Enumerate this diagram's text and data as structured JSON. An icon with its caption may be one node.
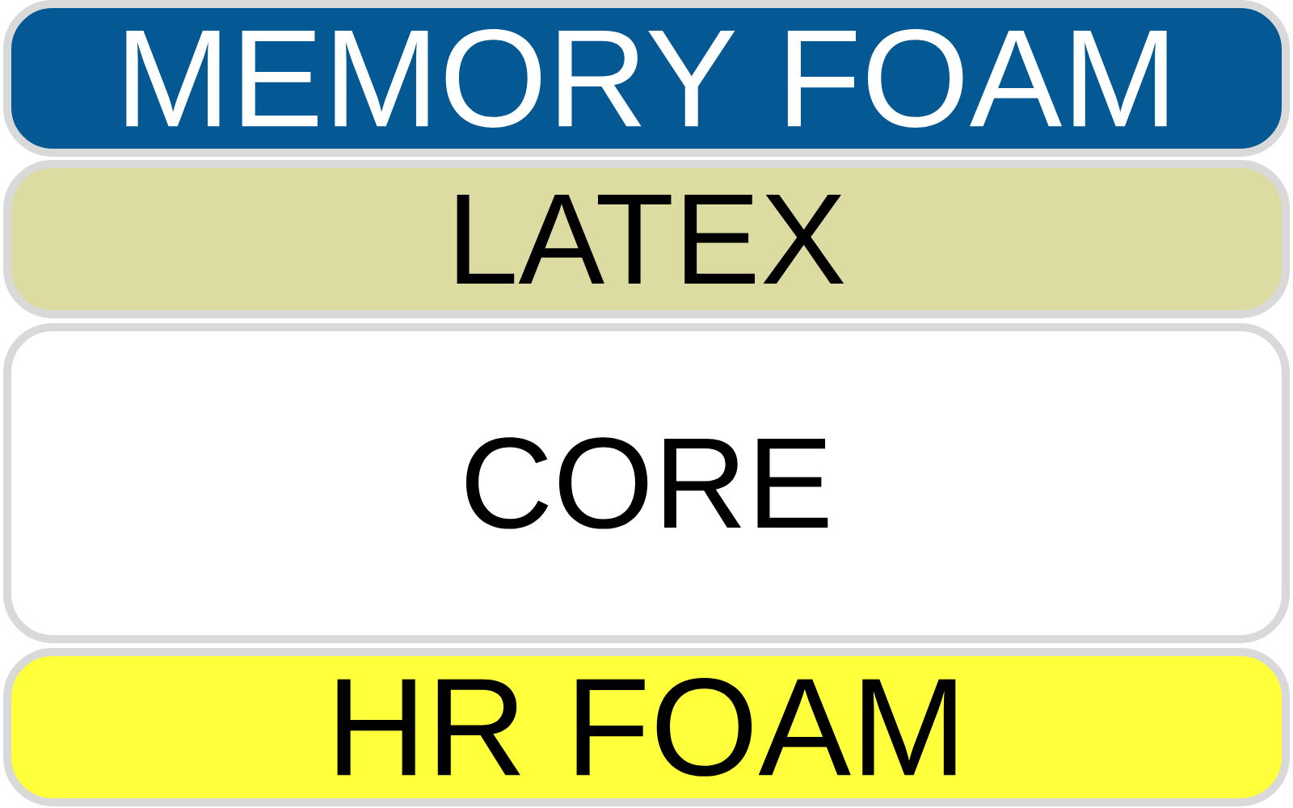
{
  "diagram": {
    "nodes": [
      {
        "text": [
          "MEMORY FOAM"
        ]
      },
      {
        "text": [
          "LATEX"
        ]
      },
      {
        "text": [
          "CORE"
        ]
      },
      {
        "text": [
          "HR FOAM"
        ]
      }
    ]
  }
}
